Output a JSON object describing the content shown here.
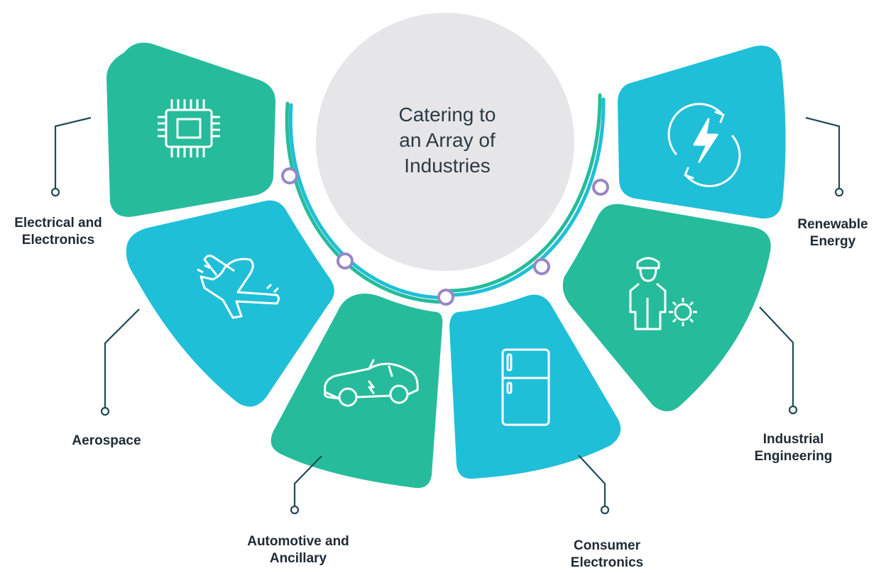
{
  "center": {
    "title": "Catering to\nan Array of\nIndustries"
  },
  "colors": {
    "green": "#26bc9b",
    "blue": "#1fbfd8",
    "connector": "#1f4a54",
    "hub": "#e6e6e8",
    "dot": "#9a86c4"
  },
  "segments": [
    {
      "label": "Electrical and\nElectronics",
      "icon": "chip-icon",
      "color": "green"
    },
    {
      "label": "Aerospace",
      "icon": "airplane-icon",
      "color": "blue"
    },
    {
      "label": "Automotive and\nAncillary",
      "icon": "electric-car-icon",
      "color": "green"
    },
    {
      "label": "Consumer\nElectronics",
      "icon": "refrigerator-icon",
      "color": "blue"
    },
    {
      "label": "Industrial\nEngineering",
      "icon": "engineer-gear-icon",
      "color": "green"
    },
    {
      "label": "Renewable\nEnergy",
      "icon": "renewable-energy-icon",
      "color": "blue"
    }
  ]
}
